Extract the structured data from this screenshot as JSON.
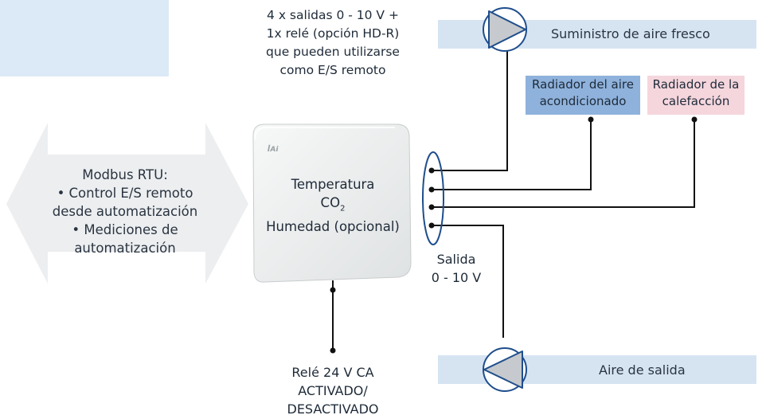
{
  "modbus": {
    "lines": [
      "Modbus RTU:",
      "• Control E/S remoto",
      "desde automatización",
      "• Mediciones de",
      "automatización"
    ]
  },
  "top_note": {
    "lines": [
      "4 x salidas 0 - 10 V +",
      "1x relé (opción HD-R)",
      "que pueden utilizarse",
      "como E/S remoto"
    ]
  },
  "supply": {
    "label": "Suministro de aire fresco"
  },
  "exhaust": {
    "label": "Aire de salida"
  },
  "radiator_ac": {
    "lines": [
      "Radiador del aire",
      "acondicionado"
    ]
  },
  "radiator_heat": {
    "lines": [
      "Radiador de la",
      "calefacción"
    ]
  },
  "device": {
    "temperature": "Temperatura",
    "co2_main": "CO",
    "co2_sub": "2",
    "humidity": "Humedad (opcional)"
  },
  "output": {
    "lines": [
      "Salida",
      "0 - 10 V"
    ]
  },
  "relay": {
    "lines": [
      "Relé 24 V CA",
      "ACTIVADO/",
      "DESACTIVADO"
    ]
  },
  "colors": {
    "band": "#d6e4f2",
    "radiator_ac": "#8fb2dc",
    "radiator_heat": "#f5d6dd",
    "connector": "#1f4e8c",
    "fan_fill": "#c6c9cd"
  },
  "icons": [
    "double-arrow",
    "supply-fan-icon",
    "exhaust-fan-icon",
    "sensor-device",
    "logo-icon"
  ]
}
